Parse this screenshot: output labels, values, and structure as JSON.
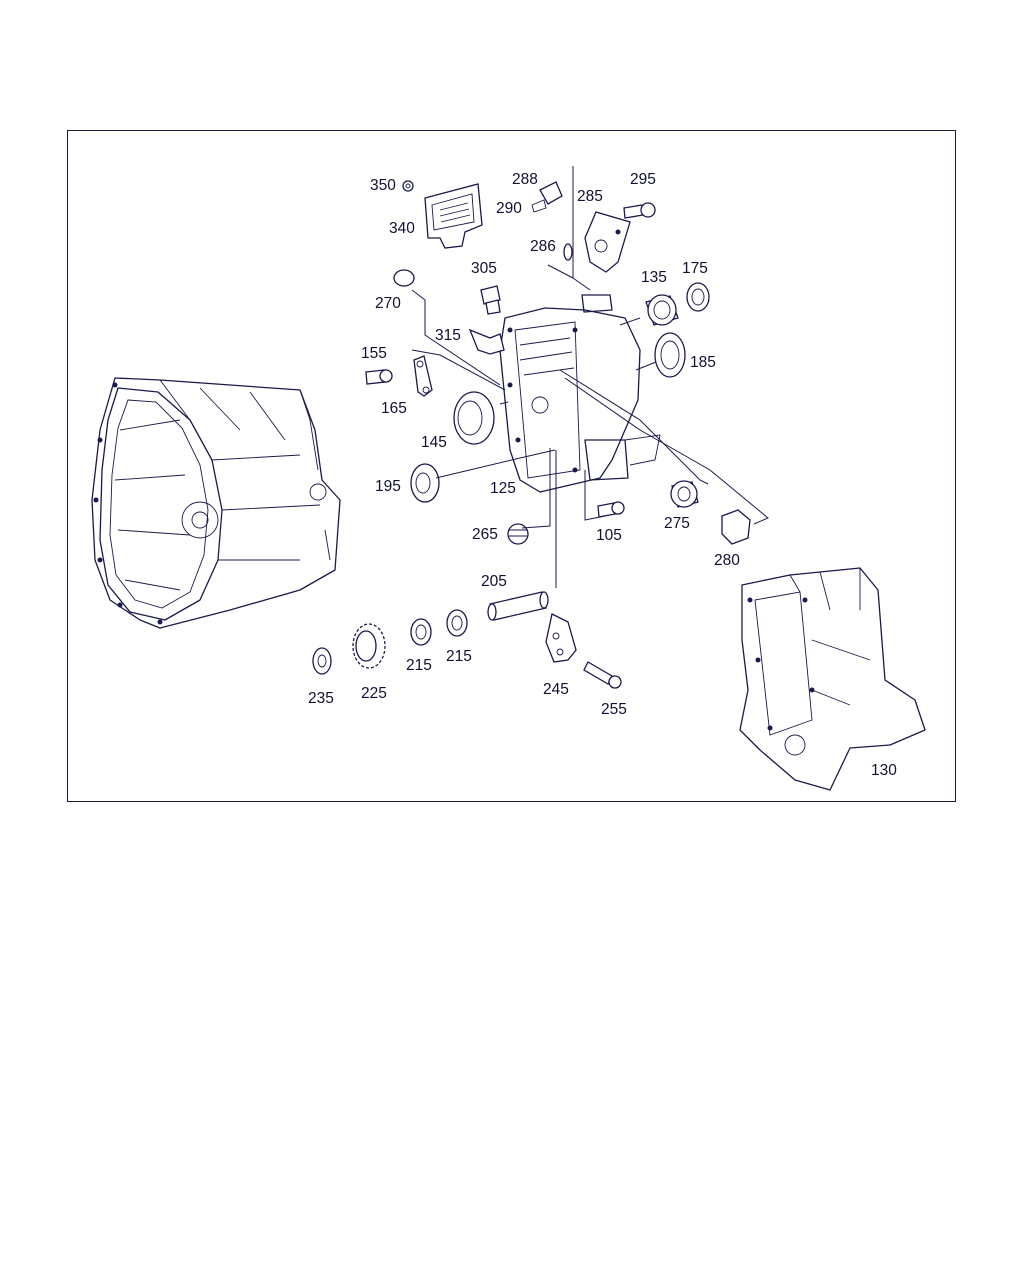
{
  "colors": {
    "line": "#1a1a4a",
    "background": "#ffffff",
    "frame": "#1a1a3a"
  },
  "labels": {
    "p350": "350",
    "p340": "340",
    "p288": "288",
    "p290": "290",
    "p285": "285",
    "p295": "295",
    "p286": "286",
    "p305": "305",
    "p270": "270",
    "p315": "315",
    "p135": "135",
    "p175": "175",
    "p185": "185",
    "p155": "155",
    "p165": "165",
    "p145": "145",
    "p195": "195",
    "p125": "125",
    "p265": "265",
    "p105": "105",
    "p275": "275",
    "p280": "280",
    "p205": "205",
    "p215a": "215",
    "p215b": "215",
    "p235": "235",
    "p225": "225",
    "p245": "245",
    "p255": "255",
    "p130": "130"
  }
}
